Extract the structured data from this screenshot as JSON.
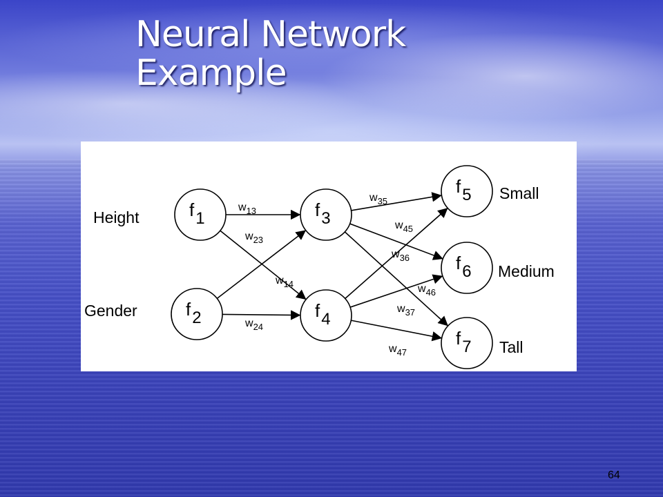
{
  "slide": {
    "title_line1": "Neural Network",
    "title_line2": "Example",
    "page_number": "64"
  },
  "diagram": {
    "inputs": [
      {
        "label": "Height",
        "node": "f1"
      },
      {
        "label": "Gender",
        "node": "f2"
      }
    ],
    "outputs": [
      {
        "label": "Small",
        "node": "f5"
      },
      {
        "label": "Medium",
        "node": "f6"
      },
      {
        "label": "Tall",
        "node": "f7"
      }
    ],
    "nodes": [
      {
        "id": "f1",
        "base": "f",
        "sub": "1"
      },
      {
        "id": "f2",
        "base": "f",
        "sub": "2"
      },
      {
        "id": "f3",
        "base": "f",
        "sub": "3"
      },
      {
        "id": "f4",
        "base": "f",
        "sub": "4"
      },
      {
        "id": "f5",
        "base": "f",
        "sub": "5"
      },
      {
        "id": "f6",
        "base": "f",
        "sub": "6"
      },
      {
        "id": "f7",
        "base": "f",
        "sub": "7"
      }
    ],
    "edges": [
      {
        "from": "f1",
        "to": "f3",
        "base": "w",
        "sub": "13"
      },
      {
        "from": "f2",
        "to": "f3",
        "base": "w",
        "sub": "23"
      },
      {
        "from": "f1",
        "to": "f4",
        "base": "w",
        "sub": "14"
      },
      {
        "from": "f2",
        "to": "f4",
        "base": "w",
        "sub": "24"
      },
      {
        "from": "f3",
        "to": "f5",
        "base": "w",
        "sub": "35"
      },
      {
        "from": "f4",
        "to": "f5",
        "base": "w",
        "sub": "45"
      },
      {
        "from": "f3",
        "to": "f6",
        "base": "w",
        "sub": "36"
      },
      {
        "from": "f4",
        "to": "f6",
        "base": "w",
        "sub": "46"
      },
      {
        "from": "f3",
        "to": "f7",
        "base": "w",
        "sub": "37"
      },
      {
        "from": "f4",
        "to": "f7",
        "base": "w",
        "sub": "47"
      }
    ]
  }
}
